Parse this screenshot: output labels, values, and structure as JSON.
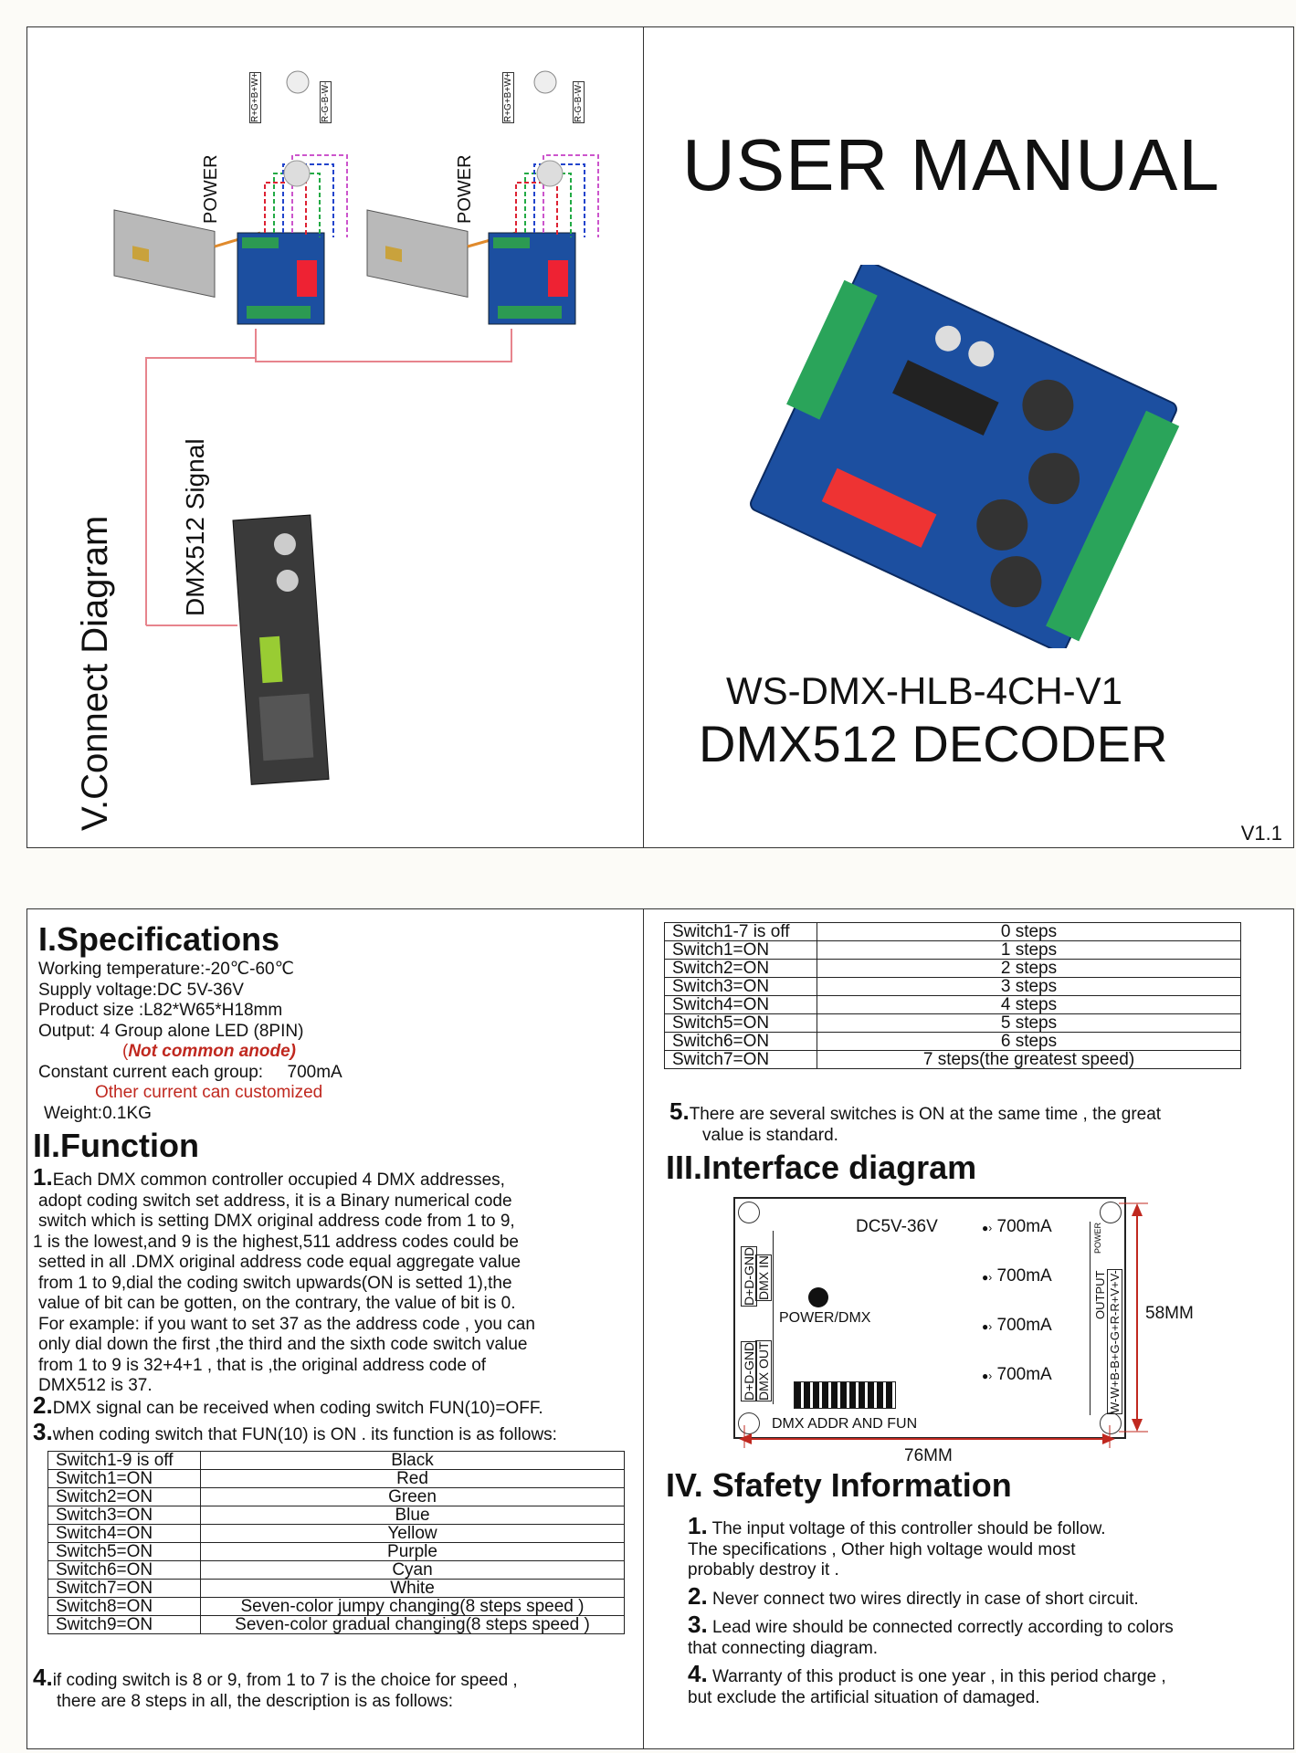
{
  "cover": {
    "title": "USER MANUAL",
    "model": "WS-DMX-HLB-4CH-V1",
    "product": "DMX512 DECODER",
    "version": "V1.1"
  },
  "connect": {
    "heading": "V.Connect Diagram",
    "signal": "DMX512 Signal",
    "power": "POWER",
    "rgbw_top": "R+G+B+W+",
    "rgbw_bot": "R-G-B-W-"
  },
  "specs": {
    "heading": "I.Specifications",
    "lines": [
      "Working temperature:-20℃-60℃",
      "Supply voltage:DC 5V-36V",
      "Product size :L82*W65*H18mm",
      "Output: 4 Group alone  LED (8PIN)"
    ],
    "not_common": "Not common anode)",
    "not_common_open": "(",
    "current_label": "Constant current  each group:",
    "current_value": "700mA",
    "other_current": "Other current can customized",
    "weight": "Weight:0.1KG"
  },
  "function": {
    "heading": "II.Function",
    "p1_num": "1.",
    "p1": [
      "Each DMX common controller occupied 4 DMX addresses,",
      "adopt coding switch set address, it is a Binary numerical code",
      "switch which is setting DMX original address code from 1 to 9,",
      "1 is the lowest,and 9 is the highest,511 address codes  could be",
      "setted  in all .DMX original address code equal aggregate value",
      "from 1 to 9,dial the coding switch upwards(ON is setted 1),the",
      "value of bit can be  gotten, on the contrary, the value of bit is 0.",
      "For example: if you want to set 37 as the address code , you can",
      "only dial down the first ,the third and the  sixth code switch value",
      "from 1 to 9 is 32+4+1 , that is ,the original address  code of",
      "DMX512 is 37."
    ],
    "p2_num": "2.",
    "p2": "DMX signal can be received when coding switch FUN(10)=OFF.",
    "p3_num": "3.",
    "p3": "when coding switch that FUN(10) is ON . its function is as follows:",
    "table1": [
      [
        "Switch1-9 is off",
        "Black"
      ],
      [
        "Switch1=ON",
        "Red"
      ],
      [
        "Switch2=ON",
        "Green"
      ],
      [
        "Switch3=ON",
        "Blue"
      ],
      [
        "Switch4=ON",
        "Yellow"
      ],
      [
        "Switch5=ON",
        "Purple"
      ],
      [
        "Switch6=ON",
        "Cyan"
      ],
      [
        "Switch7=ON",
        "White"
      ],
      [
        "Switch8=ON",
        "Seven-color jumpy changing(8 steps speed )"
      ],
      [
        "Switch9=ON",
        "Seven-color gradual changing(8 steps speed )"
      ]
    ],
    "p4_num": "4.",
    "p4": [
      "if coding switch is 8 or 9,  from 1 to 7 is the choice for speed ,",
      "there are 8 steps in all, the description is as follows:"
    ],
    "table2": [
      [
        "Switch1-7 is off",
        "0 steps"
      ],
      [
        "Switch1=ON",
        "1 steps"
      ],
      [
        "Switch2=ON",
        "2 steps"
      ],
      [
        "Switch3=ON",
        "3 steps"
      ],
      [
        "Switch4=ON",
        "4 steps"
      ],
      [
        "Switch5=ON",
        "5 steps"
      ],
      [
        "Switch6=ON",
        "6 steps"
      ],
      [
        "Switch7=ON",
        "7 steps(the greatest speed)"
      ]
    ],
    "p5_num": "5.",
    "p5": [
      "There are several switches is ON at the same time , the great",
      "value is standard."
    ]
  },
  "interface": {
    "heading": "III.Interface diagram",
    "voltage": "DC5V-36V",
    "current": "700mA",
    "power_dmx": "POWER/DMX",
    "addr_fun": "DMX ADDR AND FUN",
    "dmx_in": "DMX IN",
    "dmx_in_pins": "D+D-GND",
    "dmx_out": "DMX OUT",
    "dmx_out_pins": "D+D-GND",
    "output": "OUTPUT",
    "power_small": "POWER",
    "output_pins": "W-W+B-B+G-G+R-R+V+V-",
    "height": "58MM",
    "width": "76MM"
  },
  "safety": {
    "heading": "IV. Sfafety Information",
    "items": [
      {
        "num": "1.",
        "lines": [
          " The input voltage of this controller should be follow.",
          "The specifications , Other high voltage would most",
          "probably destroy it ."
        ]
      },
      {
        "num": "2.",
        "lines": [
          " Never connect two wires directly in case of short circuit."
        ]
      },
      {
        "num": "3.",
        "lines": [
          " Lead wire should be connected correctly according to colors",
          "that connecting diagram."
        ]
      },
      {
        "num": "4.",
        "lines": [
          " Warranty of this product is one year , in this period charge ,",
          "but exclude the artificial situation of damaged."
        ]
      }
    ]
  }
}
